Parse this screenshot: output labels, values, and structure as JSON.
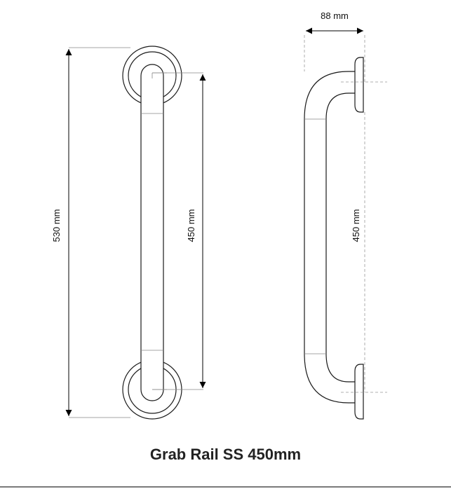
{
  "title": "Grab Rail SS 450mm",
  "dimensions": {
    "overall_length": "530 mm",
    "centres_front": "450 mm",
    "depth": "88 mm",
    "centres_side": "450 mm"
  }
}
